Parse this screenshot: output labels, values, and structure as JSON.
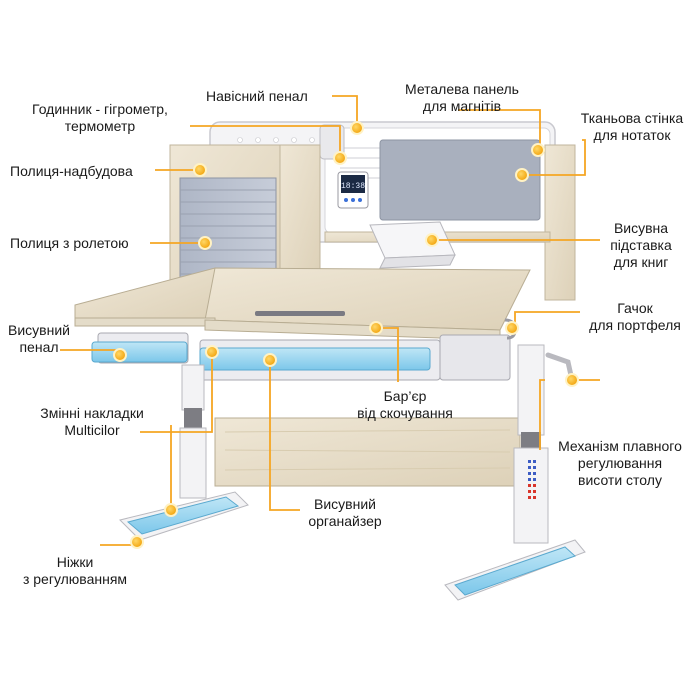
{
  "accent_color": "#f5a623",
  "callouts": {
    "hanging_pencil_case": [
      "Навісний пенал"
    ],
    "metal_panel": [
      "Металева панель",
      "для магнітів"
    ],
    "clock_hygrometer": [
      "Годинник - гігрометр,",
      "термометр"
    ],
    "fabric_wall": [
      "Тканьова стінка",
      "для нотаток"
    ],
    "superstructure_shelf": [
      "Полиця-надбудова"
    ],
    "shutter_shelf": [
      "Полиця з ролетою"
    ],
    "book_stand": [
      "Висувна",
      "підставка",
      "для книг"
    ],
    "drawer_pencil_case": [
      "Висувний",
      "пенал"
    ],
    "bag_hook": [
      "Гачок",
      "для портфеля"
    ],
    "slide_barrier": [
      "Бар’єр",
      "від скочування"
    ],
    "covers": [
      "Змінні накладки",
      "Multicilor"
    ],
    "height_mechanism": [
      "Механізм плавного",
      "регулювання",
      "висоти столу"
    ],
    "organizer": [
      "Висувний",
      "органайзер"
    ],
    "legs": [
      "Ніжки",
      "з регулюванням"
    ]
  },
  "display": {
    "clock_digits": "18:38"
  }
}
